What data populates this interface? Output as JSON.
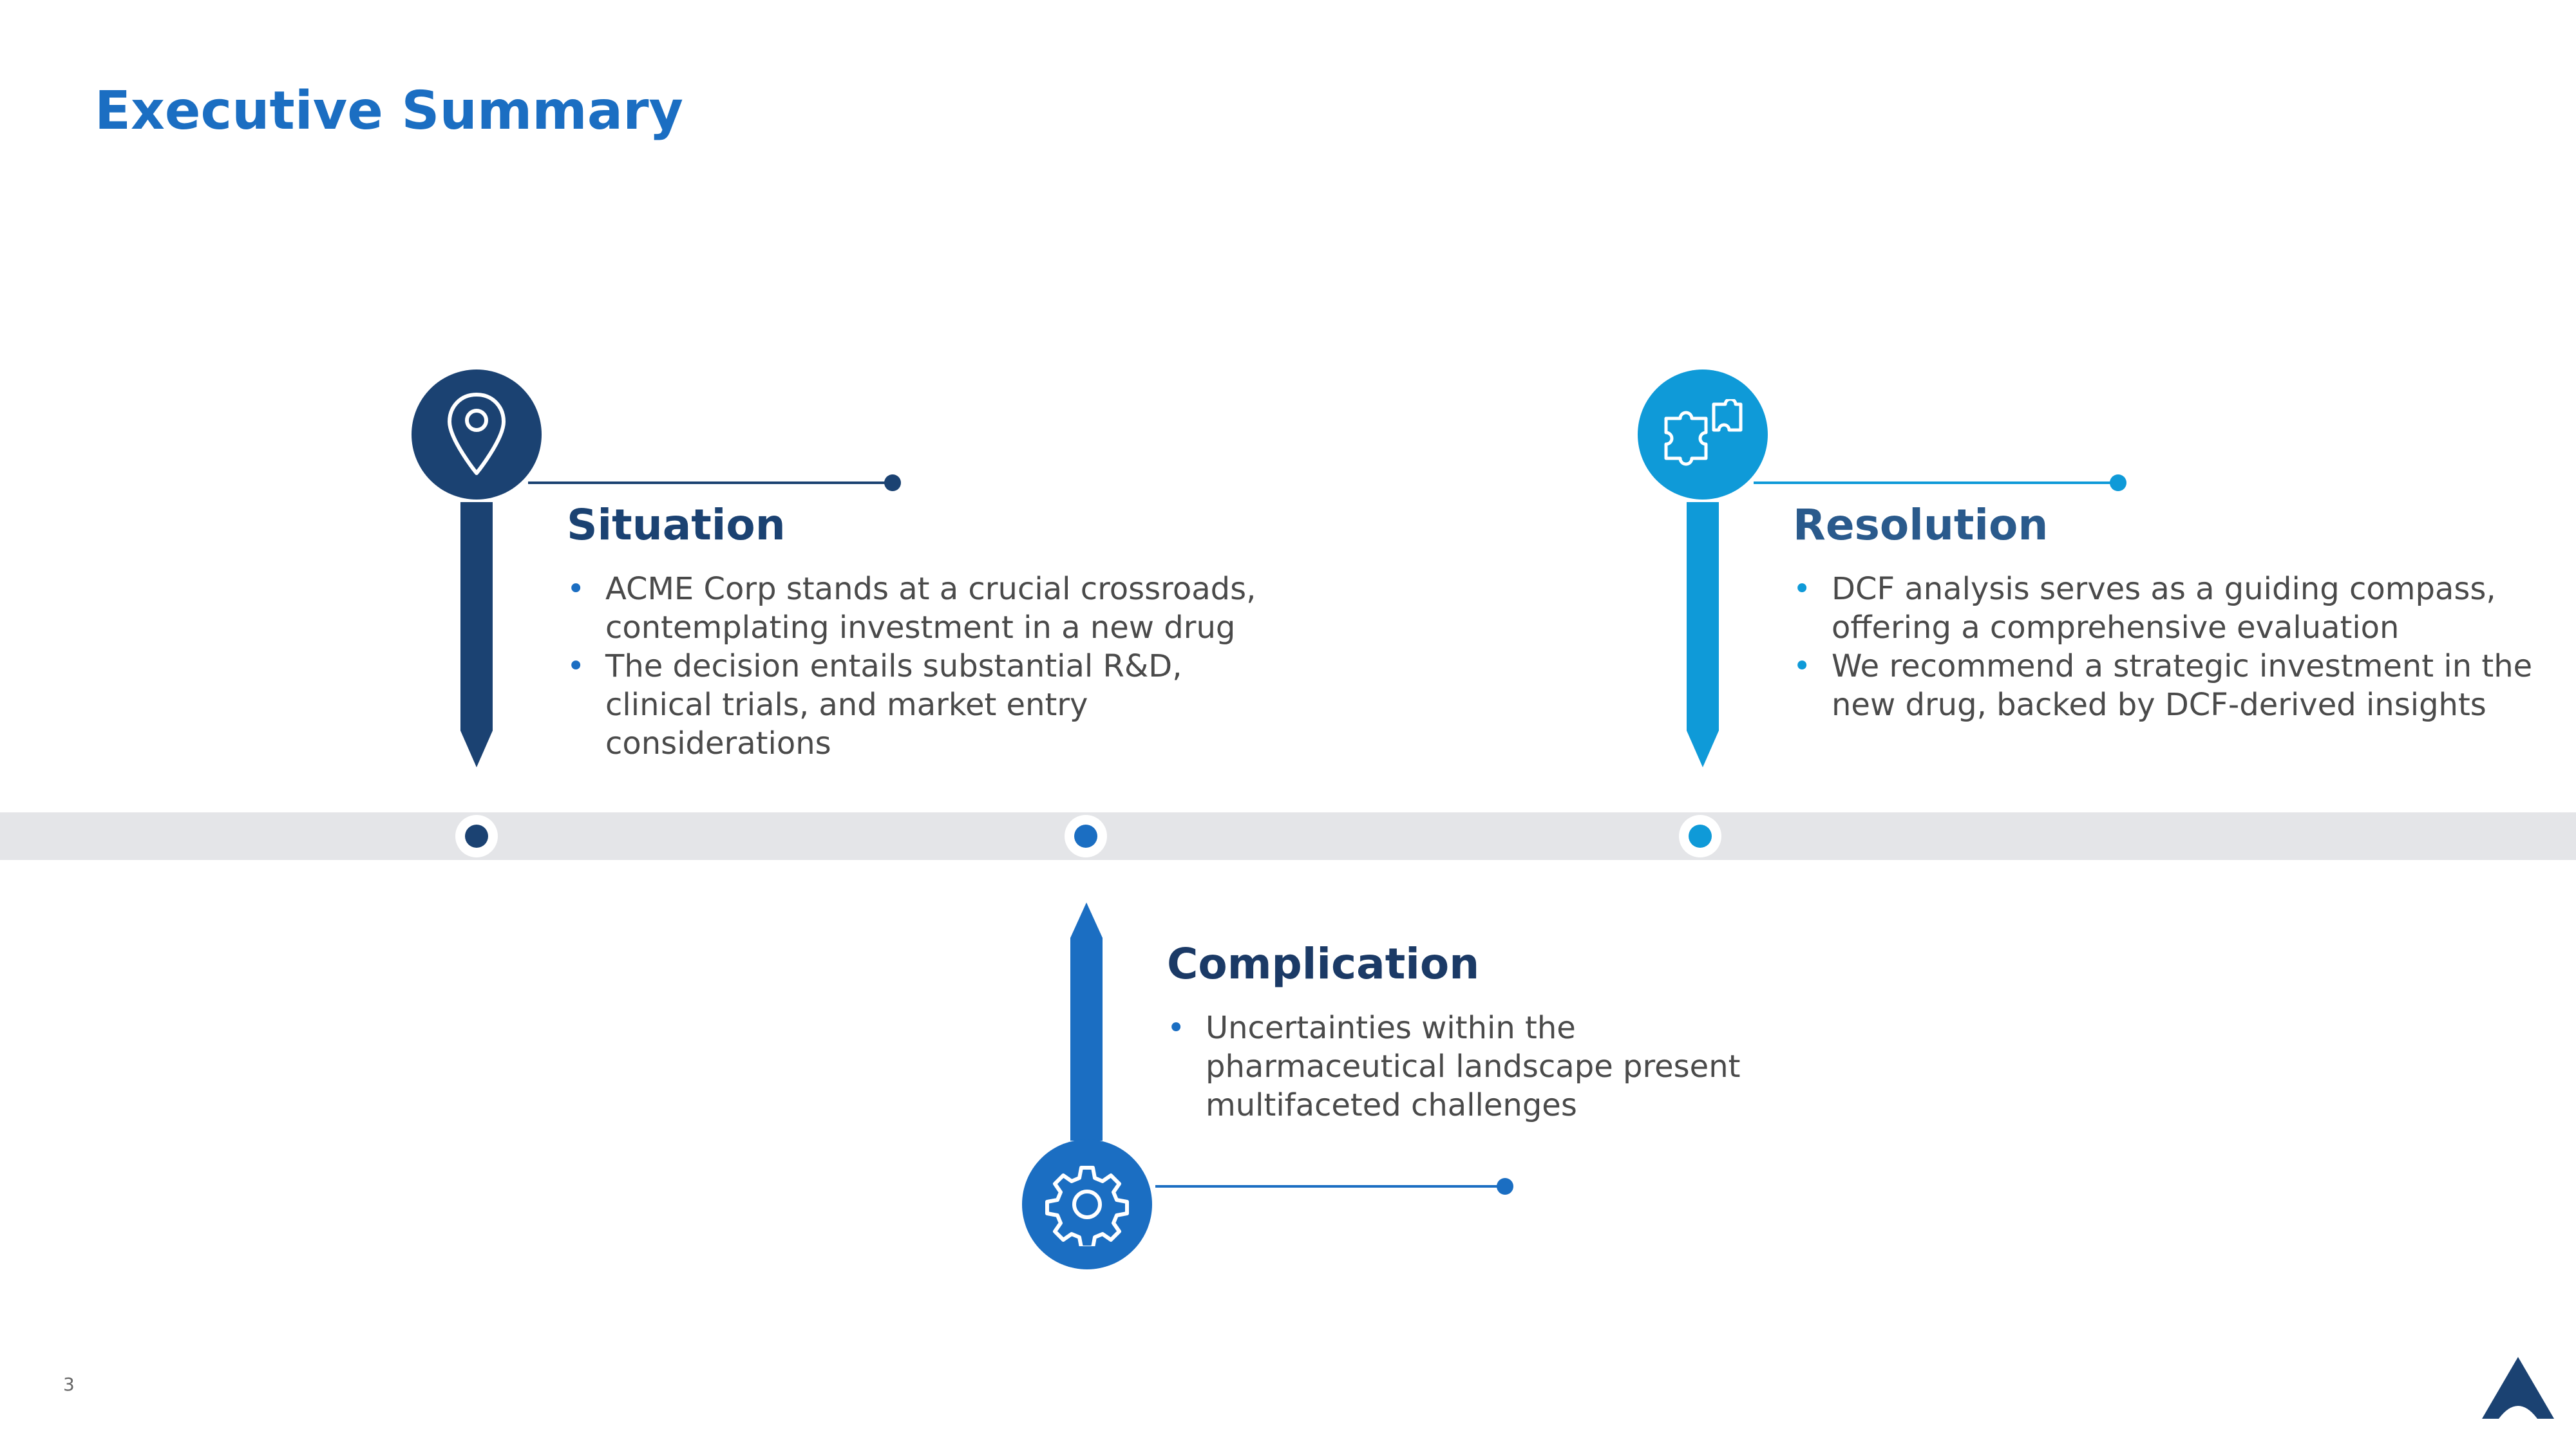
{
  "slide": {
    "title": "Executive Summary",
    "page_number": "3"
  },
  "colors": {
    "situation": "#1b4272",
    "complication": "#1b6ec2",
    "resolution": "#0f9ad8",
    "band": "#e4e5e8",
    "body_text": "#4a4a4a"
  },
  "situation": {
    "icon": "location-pin-icon",
    "heading": "Situation",
    "bullets": [
      "ACME Corp stands at a crucial crossroads, contemplating investment in a new drug",
      "The decision entails substantial R&D, clinical trials, and market entry considerations"
    ]
  },
  "complication": {
    "icon": "gear-icon",
    "heading": "Complication",
    "bullets": [
      "Uncertainties within the pharmaceutical landscape present multifaceted challenges"
    ]
  },
  "resolution": {
    "icon": "puzzle-icon",
    "heading": "Resolution",
    "bullets": [
      "DCF analysis serves as a guiding compass, offering a comprehensive evaluation",
      "We recommend a strategic investment in the new drug, backed by DCF-derived insights"
    ]
  },
  "logo": "company-logo-icon"
}
